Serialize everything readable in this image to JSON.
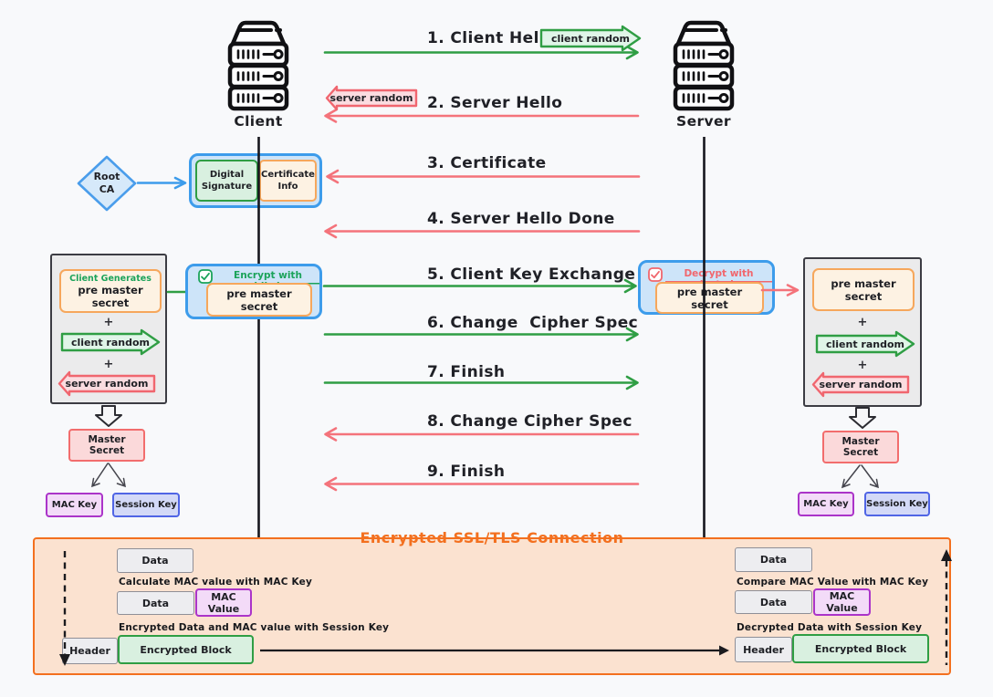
{
  "client": {
    "label": "Client"
  },
  "server": {
    "label": "Server"
  },
  "messages": [
    {
      "label": "1. Client Hello",
      "badge": "client random"
    },
    {
      "label": "2. Server Hello",
      "badge": "server random"
    },
    {
      "label": "3. Certificate"
    },
    {
      "label": "4. Server Hello Done"
    },
    {
      "label": "5. Client Key Exchange"
    },
    {
      "label": "6. Change  Cipher Spec"
    },
    {
      "label": "7. Finish"
    },
    {
      "label": "8. Change Cipher Spec"
    },
    {
      "label": "9. Finish"
    }
  ],
  "certificate": {
    "root_ca": "Root CA",
    "digital_signature": "Digital Signature",
    "certificate_info": "Certificate Info"
  },
  "encrypt_box": {
    "check": "✓",
    "label": "Encrypt with public key",
    "pre_master_secret": "pre master secret"
  },
  "decrypt_box": {
    "check": "✓",
    "label": "Decrypt with private key",
    "pre_master_secret": "pre master secret"
  },
  "client_keygen": {
    "generates_label": "Client Generates",
    "pre_master_secret": "pre master secret",
    "plus": "+",
    "client_random": "client random",
    "server_random": "server random",
    "master_secret": "Master Secret",
    "mac_key": "MAC Key",
    "session_key": "Session Key"
  },
  "server_keygen": {
    "pre_master_secret": "pre master secret",
    "plus": "+",
    "client_random": "client random",
    "server_random": "server random",
    "master_secret": "Master Secret",
    "mac_key": "MAC Key",
    "session_key": "Session Key"
  },
  "encrypted_section": {
    "title": "Encrypted SSL/TLS Connection",
    "client_side": {
      "data1": "Data",
      "caption1": "Calculate MAC value with MAC Key",
      "data2": "Data",
      "mac_value": "MAC Value",
      "caption2": "Encrypted Data and MAC value with Session Key",
      "header": "Header",
      "encrypted_block": "Encrypted Block"
    },
    "server_side": {
      "data1": "Data",
      "caption1": "Compare MAC Value with MAC Key",
      "data2": "Data",
      "mac_value": "MAC Value",
      "caption2": "Decrypted Data with Session Key",
      "header": "Header",
      "encrypted_block": "Encrypted Block"
    }
  },
  "colors": {
    "green": "#2f9e44",
    "red": "#f4737b",
    "blue": "#3d9ceb",
    "orange_border": "#f6a75c",
    "purple": "#ab34c9",
    "indigo": "#5065e5",
    "section_orange": "#f3701f"
  }
}
